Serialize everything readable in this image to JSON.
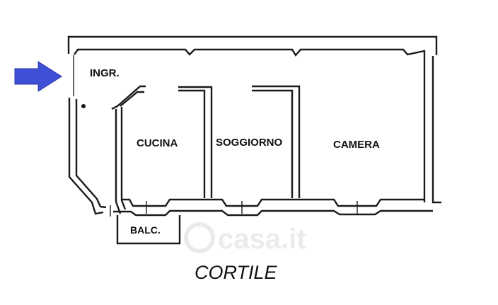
{
  "rooms": {
    "entrance": "INGR.",
    "kitchen": "CUCINA",
    "living": "SOGGIORNO",
    "bedroom": "CAMERA",
    "balcony": "BALC."
  },
  "courtyard": "CORTILE",
  "watermark": "casa.it",
  "colors": {
    "arrow": "#3f4fd6",
    "wall": "#1a1a1a",
    "watermark": "#dddddd"
  },
  "icons": {
    "entrance_arrow": "arrow-right-icon"
  }
}
